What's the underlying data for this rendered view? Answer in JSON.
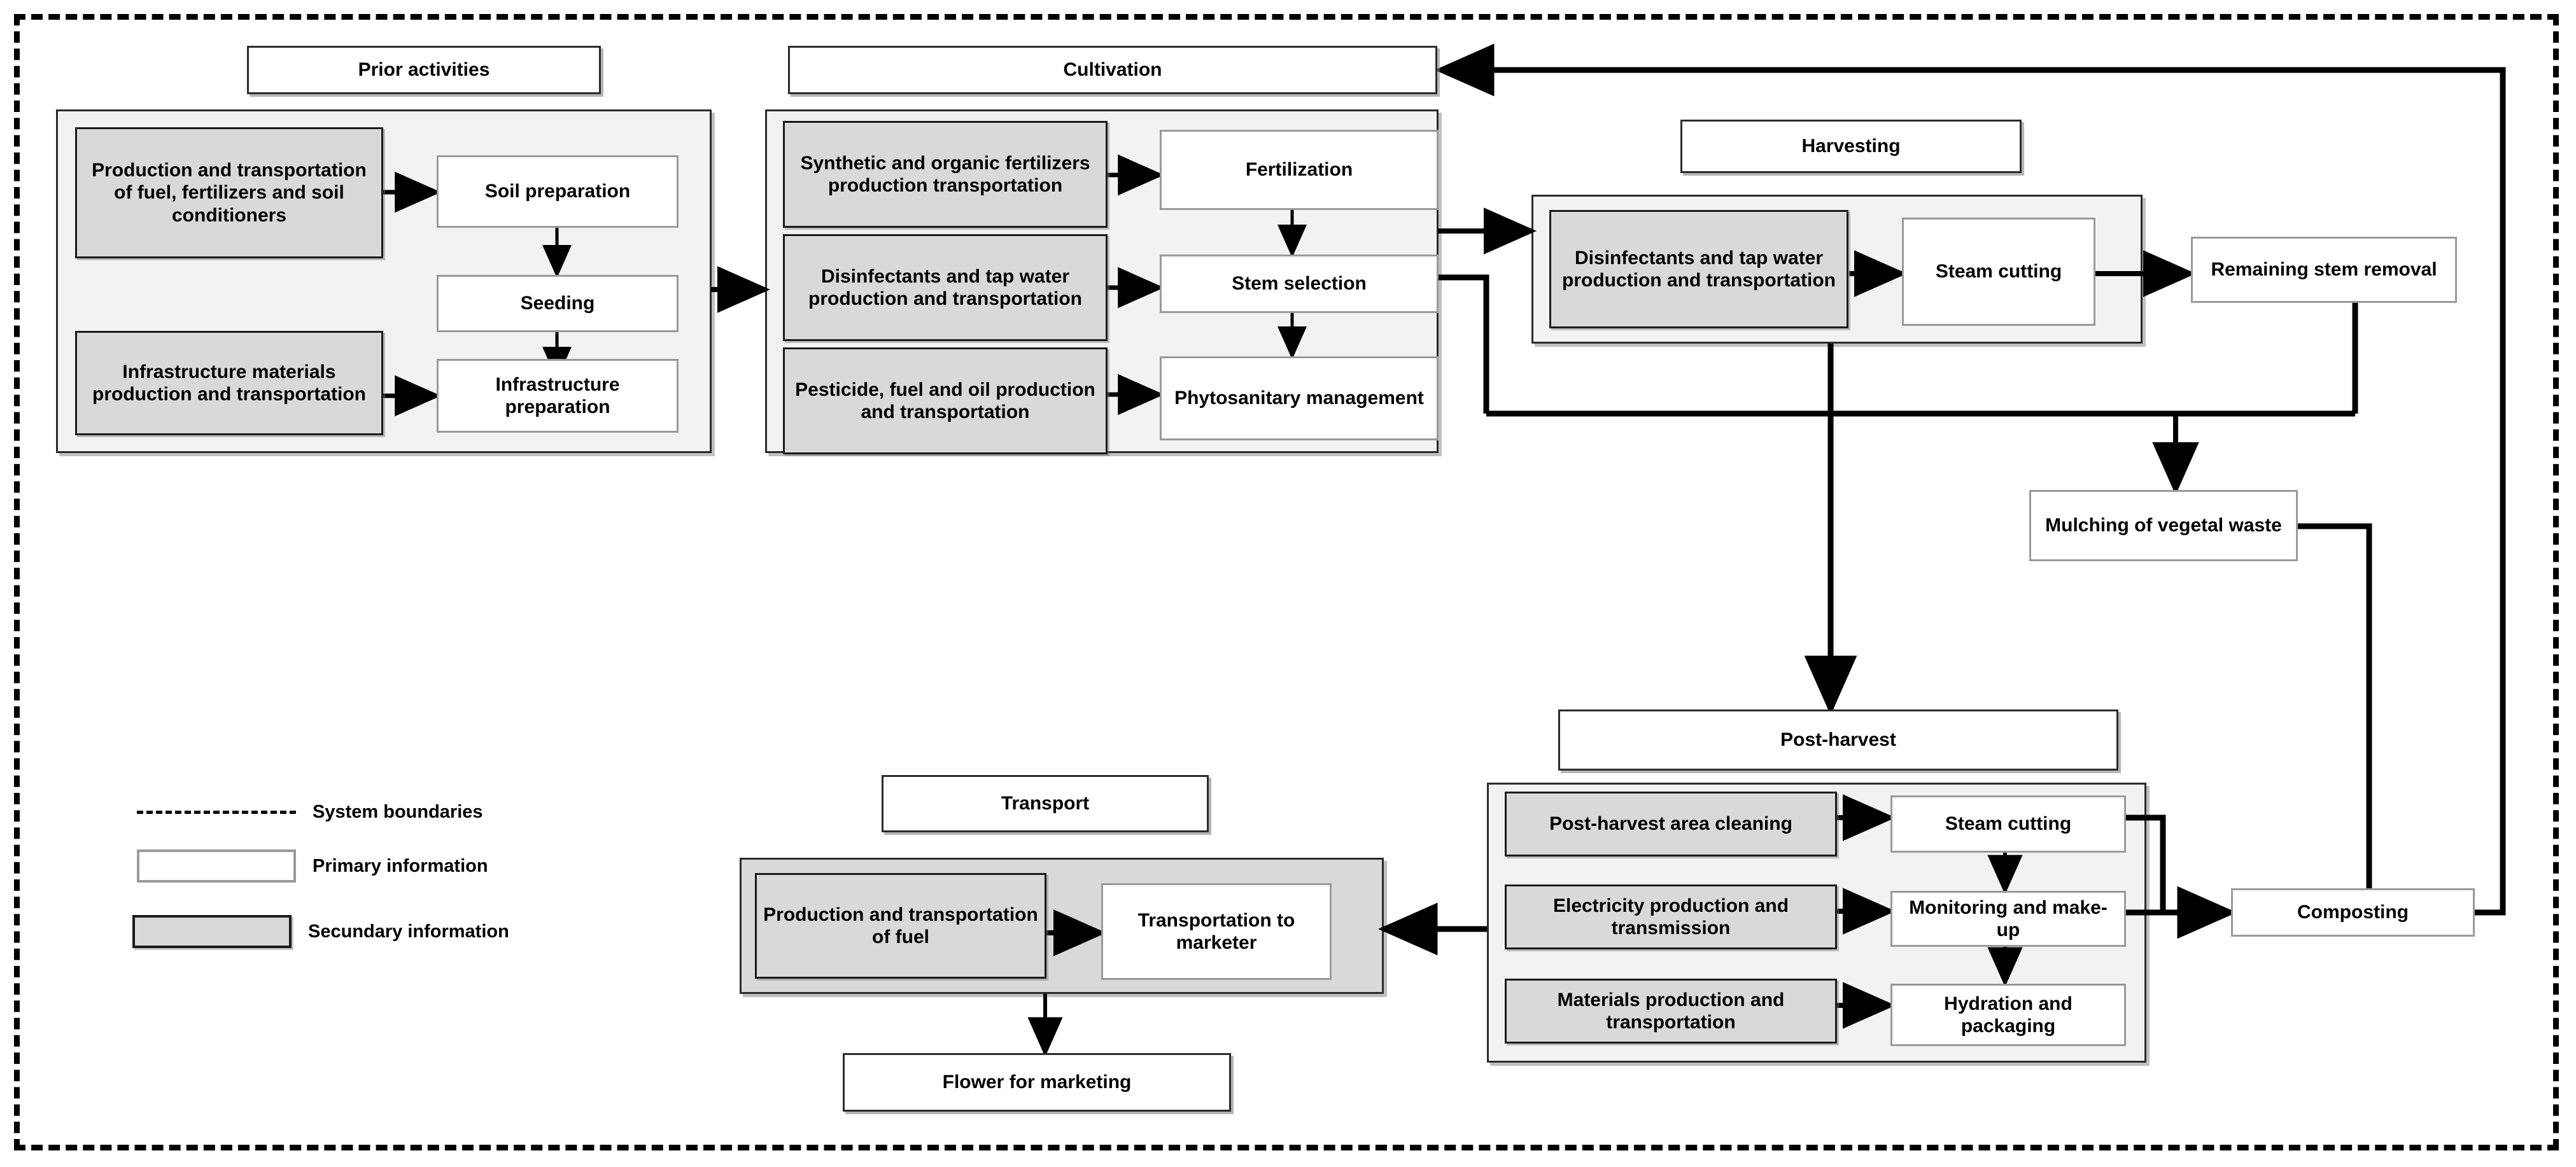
{
  "diagram": {
    "title": "Cut flower life cycle system boundaries flowchart",
    "stages": [
      {
        "id": "prior",
        "label": "Prior activities"
      },
      {
        "id": "cultivation",
        "label": "Cultivation"
      },
      {
        "id": "harvesting",
        "label": "Harvesting"
      },
      {
        "id": "postharvest",
        "label": "Post-harvest"
      },
      {
        "id": "transport",
        "label": "Transport"
      }
    ],
    "nodes": {
      "prior_sec_1": "Production and transportation of fuel, fertilizers and soil conditioners",
      "prior_sec_2": "Infrastructure materials production and transportation",
      "prior_pri_1": "Soil preparation",
      "prior_pri_2": "Seeding",
      "prior_pri_3": "Infrastructure preparation",
      "cult_sec_1": "Synthetic and organic fertilizers production transportation",
      "cult_sec_2": "Disinfectants and tap water production and transportation",
      "cult_sec_3": "Pesticide, fuel and oil production and transportation",
      "cult_pri_1": "Fertilization",
      "cult_pri_2": "Stem selection",
      "cult_pri_3": "Phytosanitary management",
      "harv_sec_1": "Disinfectants and tap water production and transportation",
      "harv_pri_1": "Steam cutting",
      "stem_removal": "Remaining stem removal",
      "mulching": "Mulching of vegetal waste",
      "composting": "Composting",
      "post_sec_1": "Post-harvest area cleaning",
      "post_sec_2": "Electricity production and transmission",
      "post_sec_3": "Materials production and transportation",
      "post_pri_1": "Steam cutting",
      "post_pri_2": "Monitoring and make-up",
      "post_pri_3": "Hydration and packaging",
      "trans_sec_1": "Production and transportation of fuel",
      "trans_pri_1": "Transportation to marketer",
      "flower": "Flower for marketing"
    },
    "legend": {
      "boundaries": "System boundaries",
      "primary": "Primary information",
      "secondary": "Secundary information"
    },
    "colors": {
      "primary_fill": "#ffffff",
      "primary_border": "#9a9a9a",
      "secondary_fill": "#d9d9d9",
      "secondary_border": "#1a1a1a",
      "group_fill": "#f2f2f2",
      "group_dark_fill": "#d9d9d9",
      "connector": "#000000",
      "boundary": "#000000"
    }
  }
}
